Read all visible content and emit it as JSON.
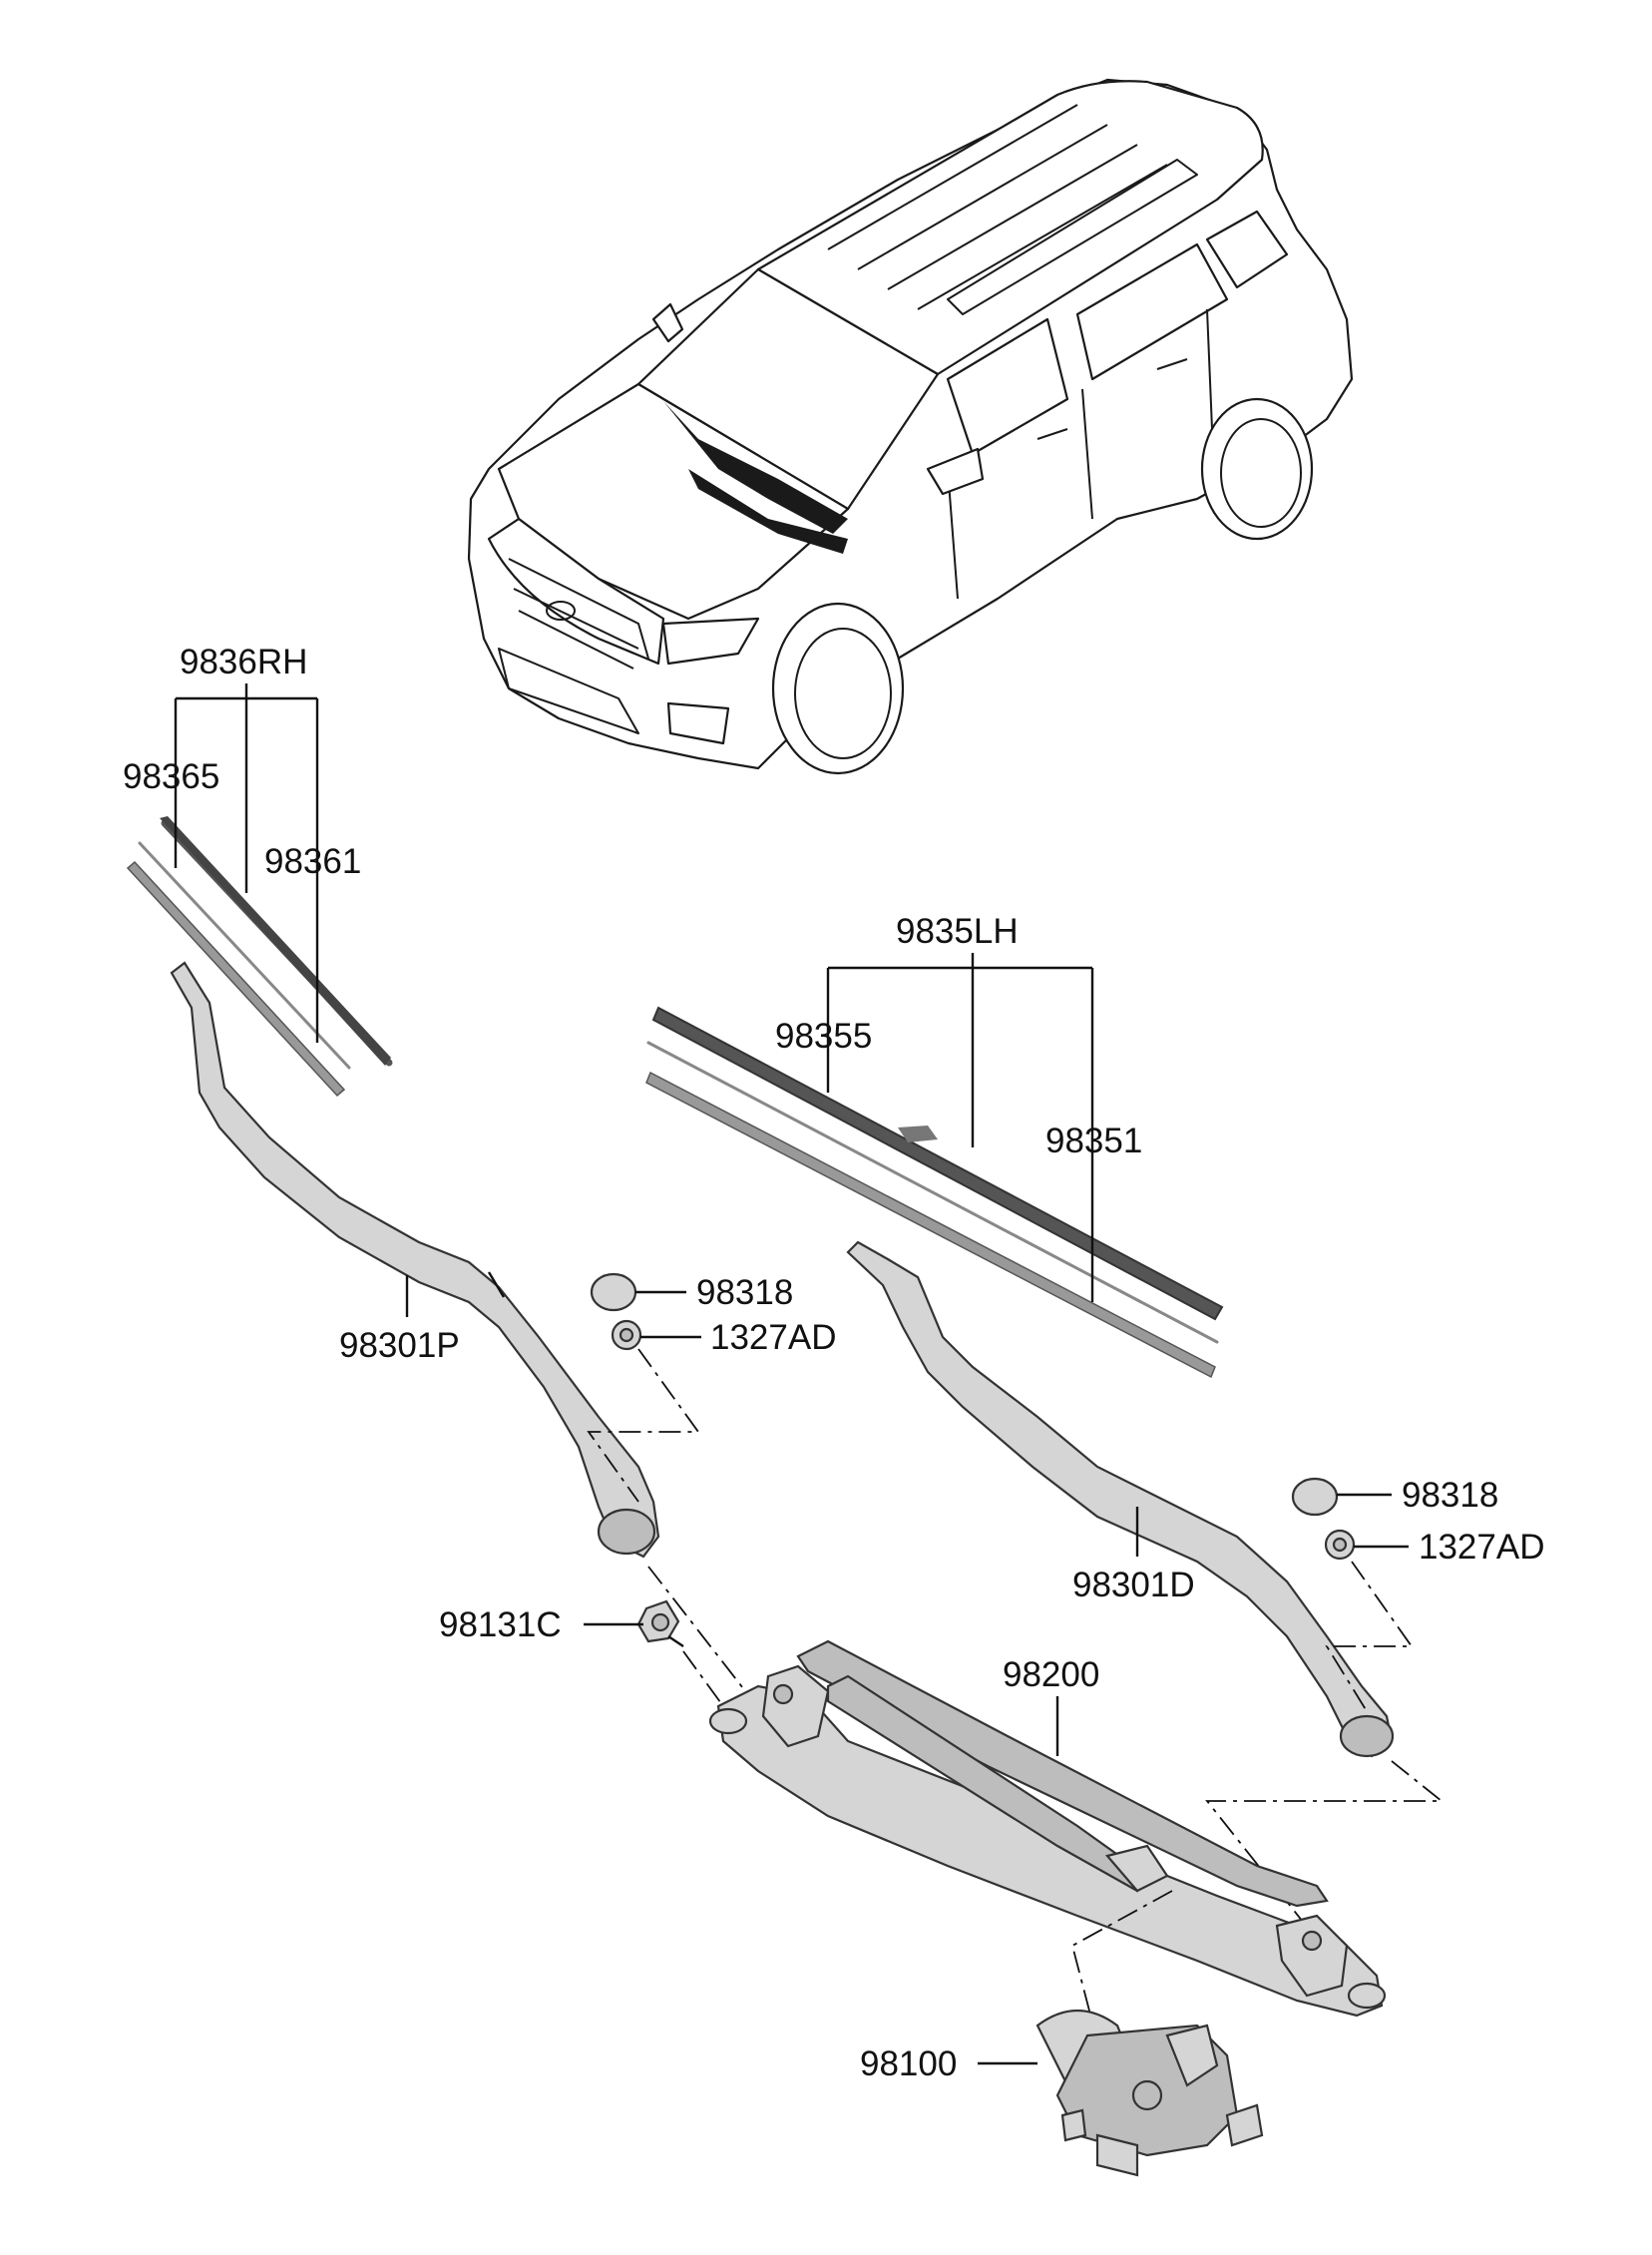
{
  "labels": {
    "rh_assy": "9836RH",
    "rh_refill": "98365",
    "rh_blade": "98361",
    "lh_assy": "9835LH",
    "lh_refill": "98355",
    "lh_blade": "98351",
    "cap_rh": "98318",
    "nut_rh": "1327AD",
    "arm_rh": "98301P",
    "cap_lh": "98318",
    "nut_lh": "1327AD",
    "arm_lh": "98301D",
    "bolt": "98131C",
    "linkage": "98200",
    "motor": "98100"
  }
}
